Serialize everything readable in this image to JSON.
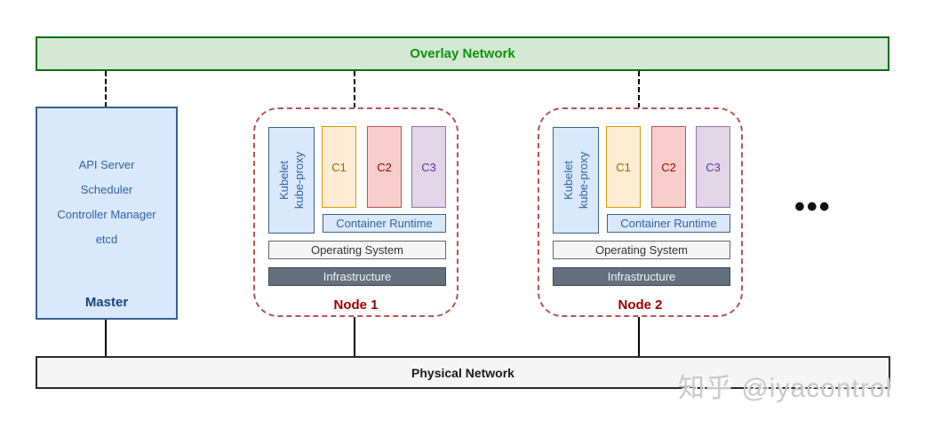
{
  "overlay_network": {
    "label": "Overlay Network"
  },
  "master": {
    "title": "Master",
    "components": [
      "API Server",
      "Scheduler",
      "Controller Manager",
      "etcd"
    ]
  },
  "nodes": [
    {
      "label": "Node 1",
      "kubelet_line1": "Kubelet",
      "kubelet_line2": "kube-proxy",
      "containers": [
        "C1",
        "C2",
        "C3"
      ],
      "container_runtime": "Container Runtime",
      "operating_system": "Operating System",
      "infrastructure": "Infrastructure"
    },
    {
      "label": "Node 2",
      "kubelet_line1": "Kubelet",
      "kubelet_line2": "kube-proxy",
      "containers": [
        "C1",
        "C2",
        "C3"
      ],
      "container_runtime": "Container Runtime",
      "operating_system": "Operating System",
      "infrastructure": "Infrastructure"
    }
  ],
  "more_nodes_ellipsis": "•••",
  "physical_network": {
    "label": "Physical Network"
  },
  "watermark": "知乎 @iyacontrol",
  "colors": {
    "overlay_fill": "#d5e8d4",
    "overlay_stroke": "#0f6e0f",
    "overlay_text": "#089408",
    "blue_fill": "#dae8fc",
    "blue_stroke": "#39618f",
    "blue_text": "#2e64a0",
    "master_title_text": "#16477c",
    "c1_fill": "#ffecd4",
    "c1_stroke": "#d79b00",
    "c1_text": "#996600",
    "c2_fill": "#f8cecc",
    "c2_stroke": "#b85450",
    "c2_text": "#990000",
    "c3_fill": "#e1d5e7",
    "c3_stroke": "#9673a6",
    "c3_text": "#663399",
    "os_fill": "#f5f5f5",
    "infra_fill": "#64707e",
    "node_border": "#b85450",
    "node_label_text": "#990000",
    "physical_fill": "#f5f5f5",
    "connector": "#000000",
    "watermark_text": "#c9c9c9"
  }
}
